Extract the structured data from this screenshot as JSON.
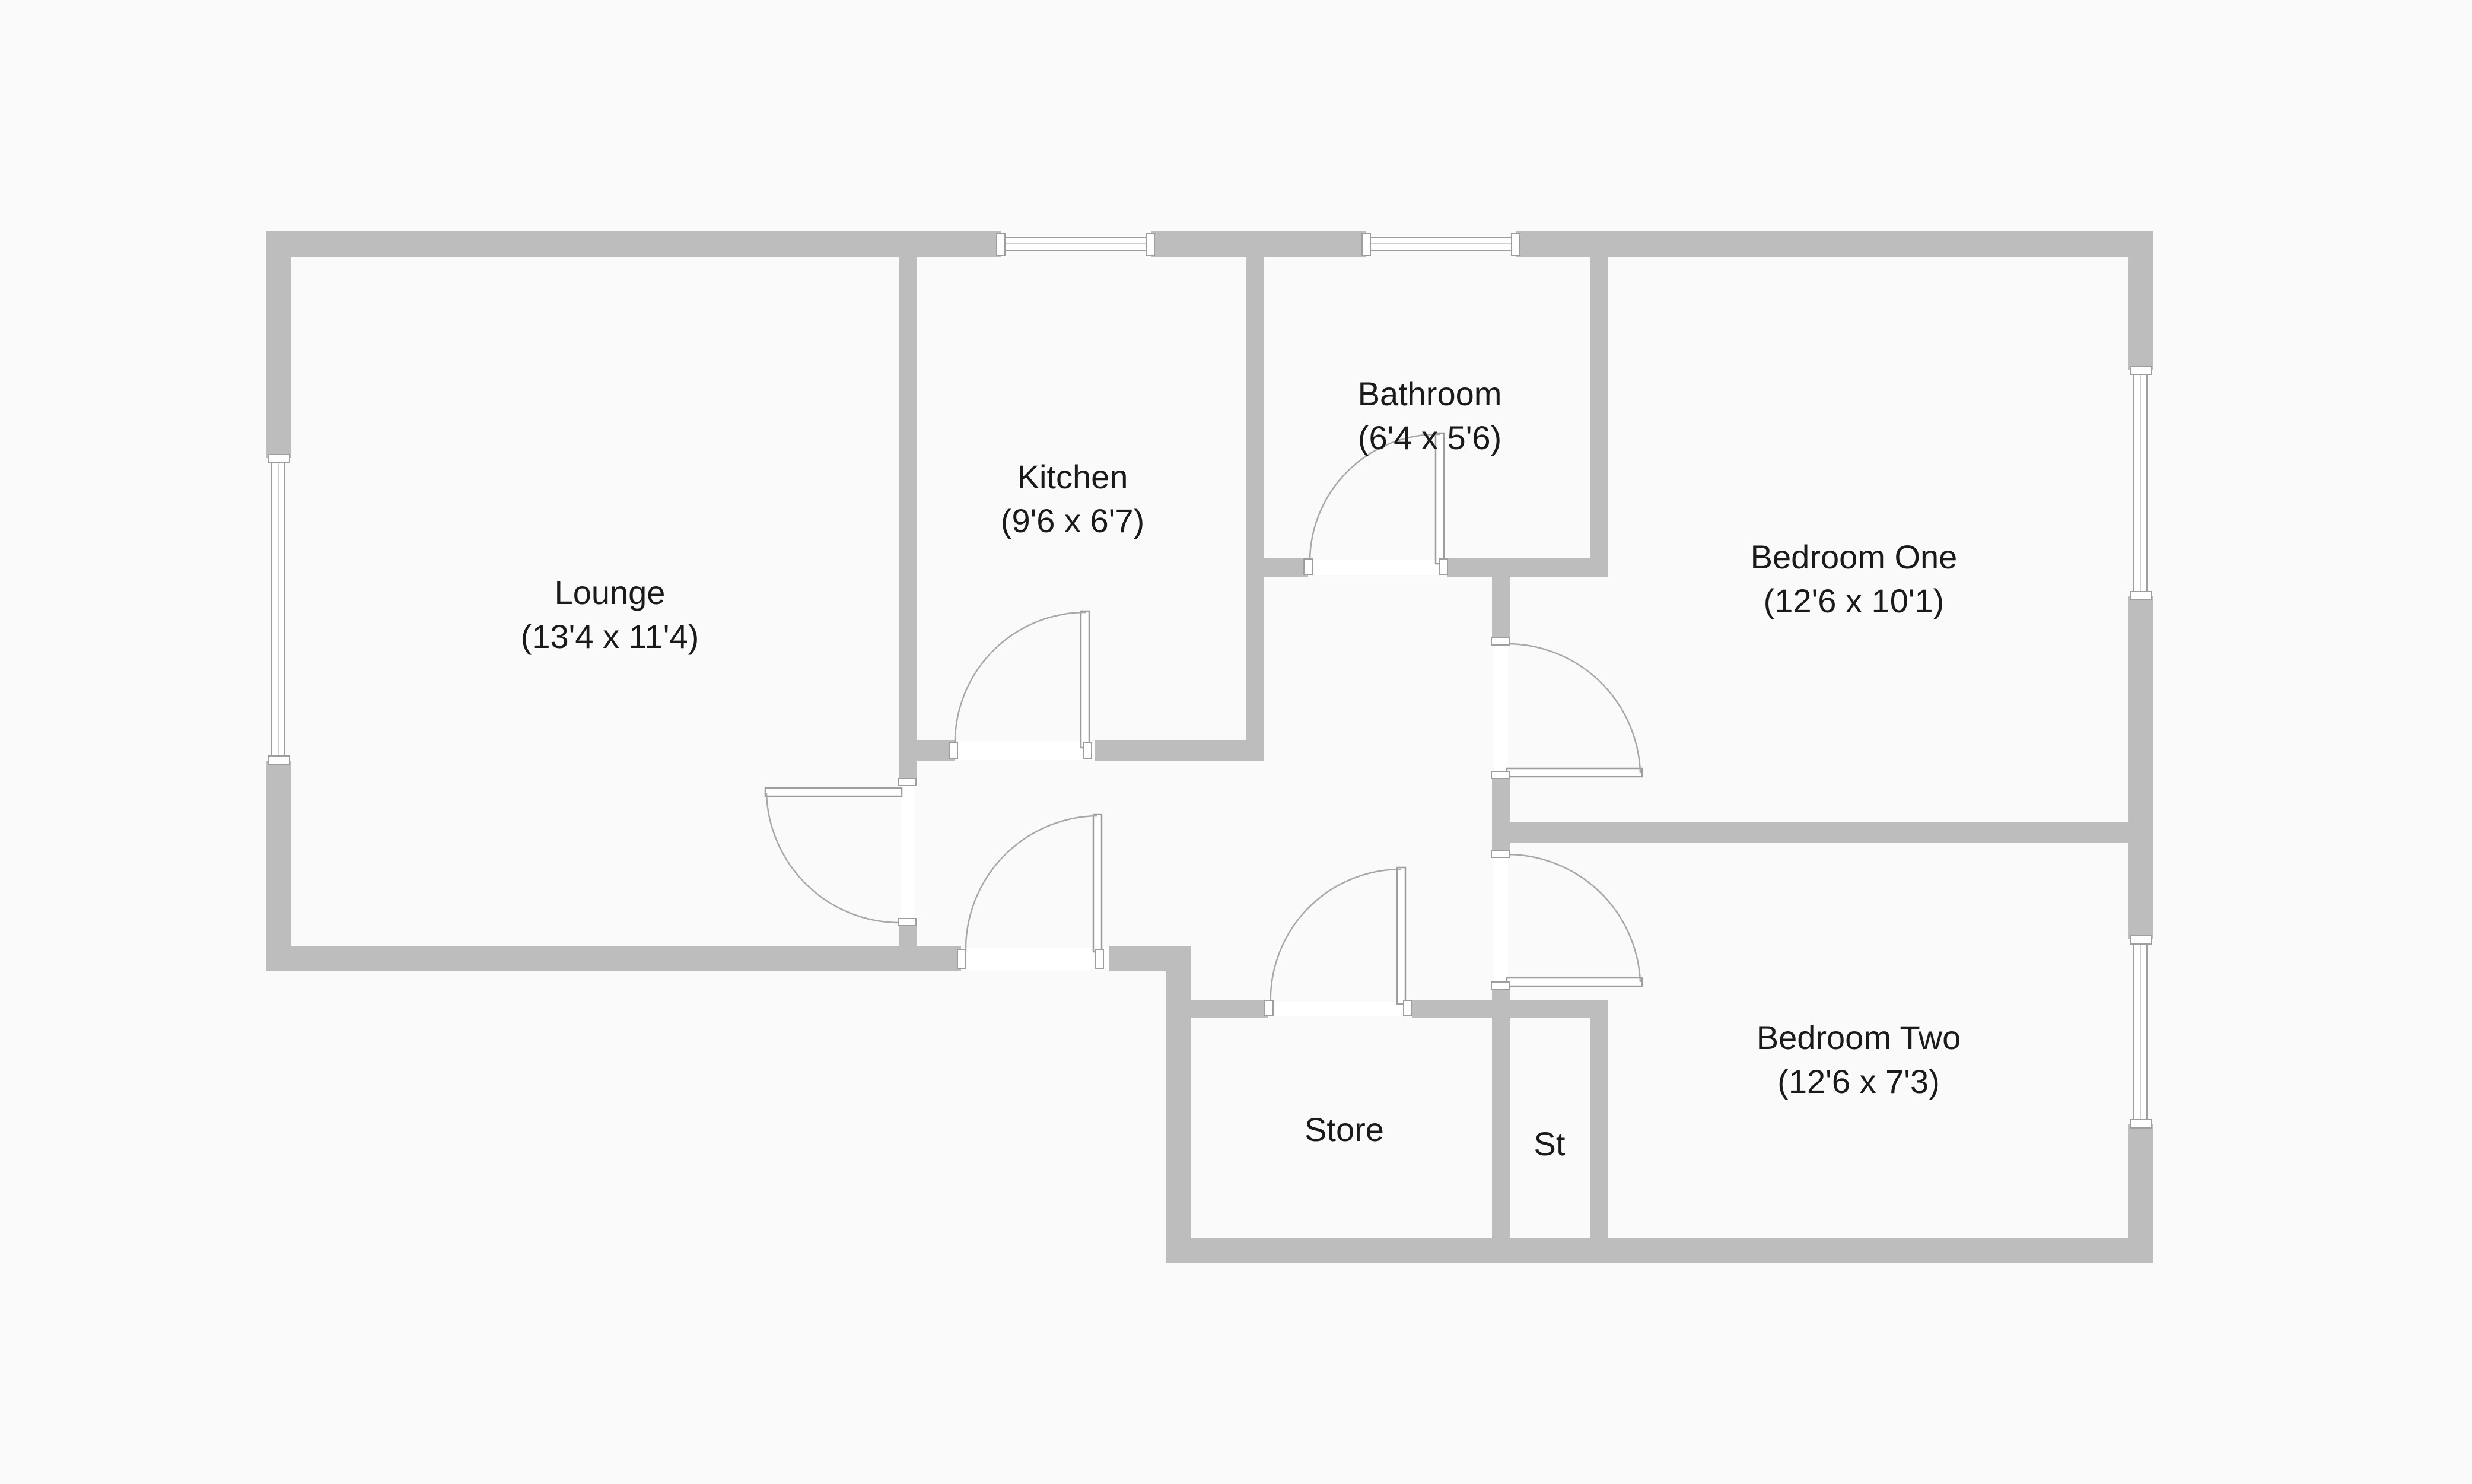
{
  "floorplan": {
    "colors": {
      "background": "#fafafa",
      "wall": "#bdbdbd",
      "text": "#1a1a1a"
    },
    "rooms": {
      "lounge": {
        "name": "Lounge",
        "dims": "(13'4 x 11'4)"
      },
      "kitchen": {
        "name": "Kitchen",
        "dims": "(9'6 x 6'7)"
      },
      "bathroom": {
        "name": "Bathroom",
        "dims": "(6'4 x 5'6)"
      },
      "bedroom_one": {
        "name": "Bedroom One",
        "dims": "(12'6 x 10'1)"
      },
      "bedroom_two": {
        "name": "Bedroom Two",
        "dims": "(12'6 x 7'3)"
      },
      "store": {
        "name": "Store"
      },
      "st": {
        "name": "St"
      }
    }
  }
}
